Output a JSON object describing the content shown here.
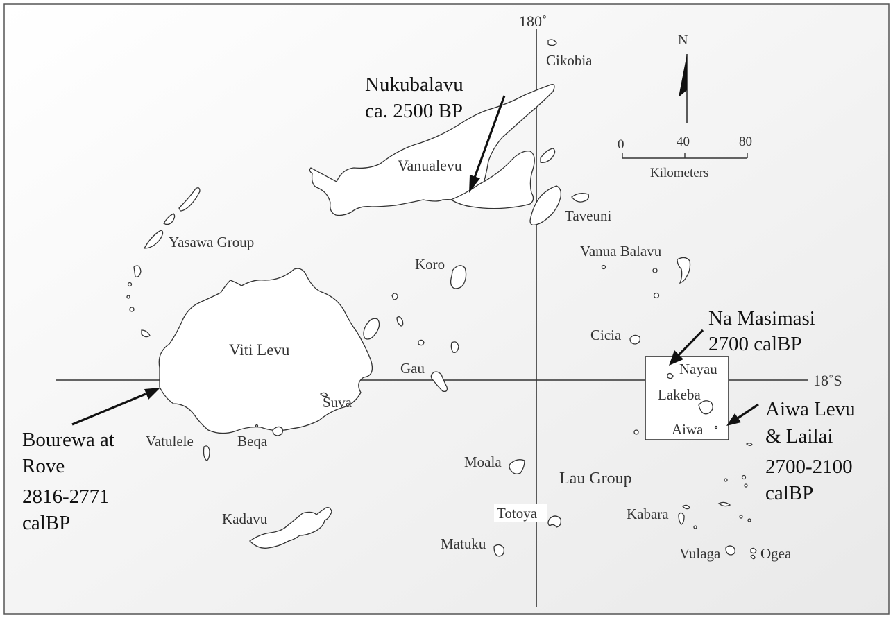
{
  "grid": {
    "meridian_label": "180˚",
    "parallel_label": "18˚S"
  },
  "north_arrow": {
    "label": "N"
  },
  "scale_bar": {
    "ticks": [
      "0",
      "40",
      "80"
    ],
    "unit": "Kilometers"
  },
  "islands": {
    "cikobia": "Cikobia",
    "vanualevu": "Vanualevu",
    "taveuni": "Taveuni",
    "yasawa": "Yasawa Group",
    "koro": "Koro",
    "vanua_balavu": "Vanua Balavu",
    "viti_levu": "Viti Levu",
    "cicia": "Cicia",
    "gau": "Gau",
    "nayau": "Nayau",
    "lakeba": "Lakeba",
    "aiwa": "Aiwa",
    "suva": "Suva",
    "vatulele": "Vatulele",
    "beqa": "Beqa",
    "moala": "Moala",
    "lau_group": "Lau Group",
    "totoya": "Totoya",
    "kadavu": "Kadavu",
    "kabara": "Kabara",
    "matuku": "Matuku",
    "vulaga": "Vulaga",
    "ogea": "Ogea"
  },
  "sites": {
    "nukubalavu": {
      "line1": "Nukubalavu",
      "line2": "ca. 2500 BP"
    },
    "na_masimasi": {
      "line1": "Na Masimasi",
      "line2": "2700 calBP"
    },
    "aiwa_sites": {
      "line1": "Aiwa Levu",
      "line2": "& Lailai",
      "line3": "2700-2100",
      "line4": "calBP"
    },
    "bourewa": {
      "line1": "Bourewa at",
      "line2": "Rove",
      "line3": "2816-2771",
      "line4": "calBP"
    }
  }
}
